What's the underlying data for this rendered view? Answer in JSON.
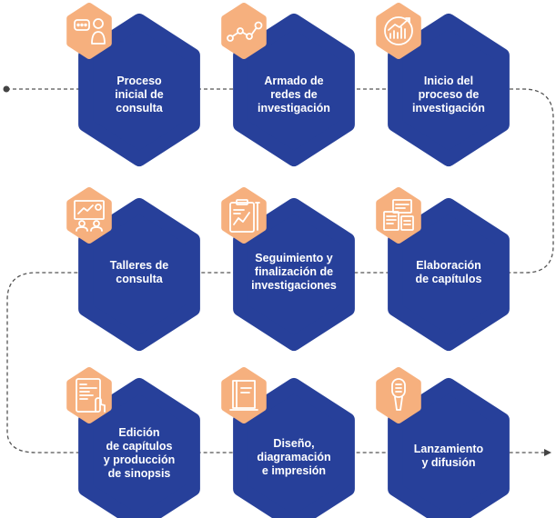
{
  "steps": [
    {
      "label": "Proceso\ninicial de\nconsulta",
      "icon": "chat-person-icon"
    },
    {
      "label": "Armado de\nredes de\ninvestigación",
      "icon": "network-nodes-icon"
    },
    {
      "label": "Inicio del\nproceso de\ninvestigación",
      "icon": "growth-chart-icon"
    },
    {
      "label": "Talleres de\nconsulta",
      "icon": "presentation-board-icon"
    },
    {
      "label": "Seguimiento y\nfinalización de\ninvestigaciones",
      "icon": "clipboard-chart-icon"
    },
    {
      "label": "Elaboración\nde capítulos",
      "icon": "documents-icon"
    },
    {
      "label": "Edición\nde capítulos\ny producción\nde sinopsis",
      "icon": "touch-tablet-icon"
    },
    {
      "label": "Diseño,\ndiagramación\ne impresión",
      "icon": "book-icon"
    },
    {
      "label": "Lanzamiento\ny difusión",
      "icon": "microphone-icon"
    }
  ],
  "colors": {
    "hex_blue": "#27409A",
    "hex_orange": "#F6B07E",
    "icon_stroke": "#ffffff",
    "path": "#555555"
  }
}
